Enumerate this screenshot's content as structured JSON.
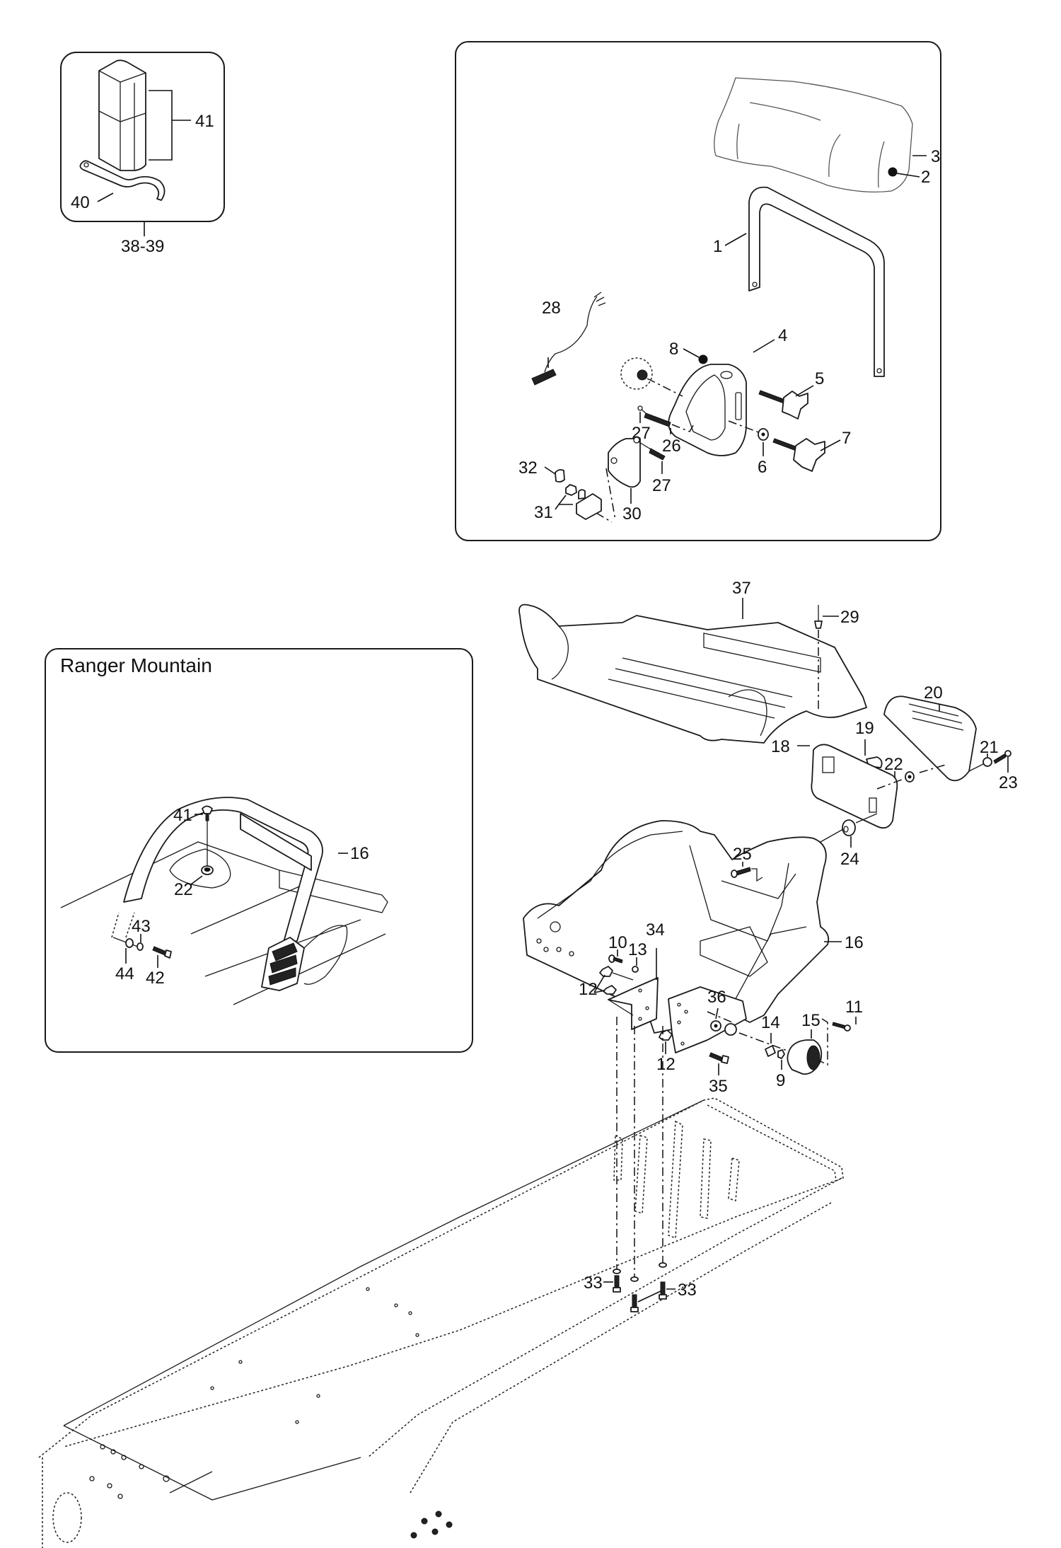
{
  "diagram": {
    "type": "exploded-parts-diagram",
    "panels": {
      "tool_kit": {
        "callouts": {
          "c41": "41",
          "c40": "40",
          "c3839": "38-39"
        }
      },
      "backrest": {
        "callouts": {
          "c1": "1",
          "c2": "2",
          "c3": "3",
          "c4": "4",
          "c5": "5",
          "c6": "6",
          "c7": "7",
          "c8": "8",
          "c26": "26",
          "c27a": "27",
          "c27b": "27",
          "c28": "28",
          "c30": "30",
          "c31": "31",
          "c32": "32"
        }
      },
      "ranger_mountain": {
        "title": "Ranger Mountain",
        "callouts": {
          "c41": "41",
          "c16": "16",
          "c22": "22",
          "c43": "43",
          "c44": "44",
          "c42": "42"
        }
      },
      "main_assembly": {
        "callouts": {
          "c37": "37",
          "c29": "29",
          "c20": "20",
          "c19": "19",
          "c21": "21",
          "c23": "23",
          "c18": "18",
          "c22": "22",
          "c24": "24",
          "c25": "25",
          "c16": "16",
          "c10": "10",
          "c13": "13",
          "c34": "34",
          "c12a": "12",
          "c12b": "12",
          "c36": "36",
          "c14": "14",
          "c15": "15",
          "c11": "11",
          "c35": "35",
          "c9": "9",
          "c33a": "33",
          "c33b": "33"
        }
      }
    }
  }
}
